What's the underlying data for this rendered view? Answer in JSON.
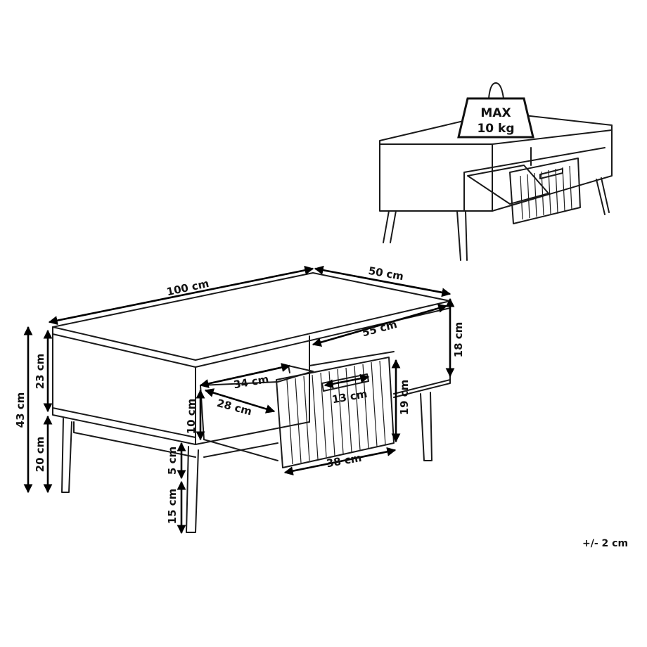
{
  "inset": {
    "weight_line1": "MAX",
    "weight_line2": "10 kg"
  },
  "dimensions": {
    "length": "100 cm",
    "depth": "50 cm",
    "shelf_depth": "55 cm",
    "shelf_height": "18 cm",
    "body_height": "23 cm",
    "total_height": "43 cm",
    "leg_height": "20 cm",
    "drawer_inner_width": "34 cm",
    "drawer_inner_depth": "28 cm",
    "drawer_inner_height": "10 cm",
    "handle_width": "13 cm",
    "drawer_front_height": "19 cm",
    "drawer_front_width": "38 cm",
    "lower_gap": "5 cm",
    "floor_clearance": "15 cm"
  },
  "tolerance": "+/- 2 cm"
}
